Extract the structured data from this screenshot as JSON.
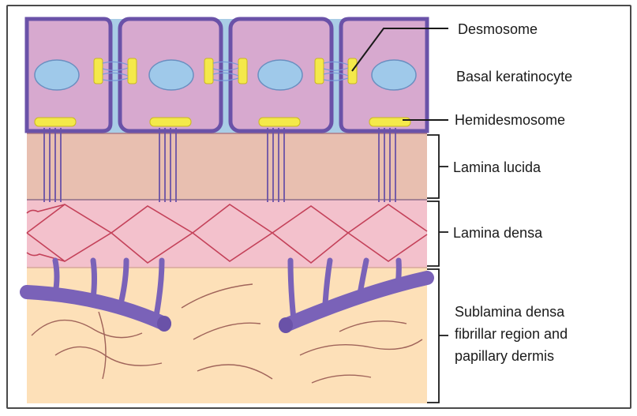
{
  "labels": {
    "desmosome": "Desmosome",
    "basal_keratinocyte": "Basal keratinocyte",
    "hemidesmosome": "Hemidesmosome",
    "lamina_lucida": "Lamina lucida",
    "lamina_densa": "Lamina densa",
    "sublamina_line1": "Sublamina densa",
    "sublamina_line2": "fibrillar region and",
    "sublamina_line3": "papillary dermis"
  },
  "colors": {
    "cell_background": "#a9cde6",
    "keratinocyte_fill": "#d7a9cf",
    "cell_border": "#6a52a8",
    "nucleus": "#9fc9ea",
    "desmosome_plaque": "#f4e94a",
    "lamina_lucida": "#e8bfb0",
    "lamina_densa": "#f3c1cc",
    "lamina_densa_mesh": "#c4425a",
    "dermis": "#fde0b8",
    "anchoring_fibril": "#7a62b8",
    "collagen_fiber": "#a0645a",
    "bracket_line": "#1a1a1a"
  }
}
